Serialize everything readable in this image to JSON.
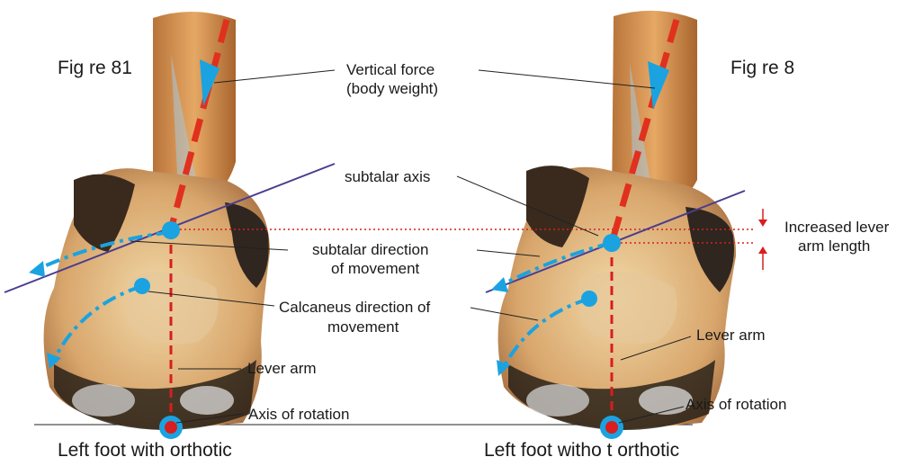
{
  "colors": {
    "force_arrow": "#e0301e",
    "movement_arrow": "#1aa3e0",
    "axis_line": "#4a3d8f",
    "lever_marker": "#d81e1e",
    "ground_line": "#222222"
  },
  "figures": {
    "left": {
      "number": "Fig re 81",
      "caption": "Left foot with orthotic"
    },
    "right": {
      "number": "Fig re 8",
      "caption": "Left foot witho t orthotic"
    }
  },
  "labels": {
    "vertical_force": "Vertical force",
    "body_weight": "(body weight)",
    "subtalar_axis": "subtalar axis",
    "subtalar_direction_1": "subtalar direction",
    "subtalar_direction_2": "of movement",
    "calcaneus_direction_1": "Calcaneus direction of",
    "calcaneus_direction_2": "movement",
    "lever_arm_left": "Lever arm",
    "lever_arm_right": "Lever arm",
    "axis_rotation_left": "Axis of rotation",
    "axis_rotation_right": "Axis of rotation",
    "increased_1": "Increased lever",
    "increased_2": "arm length"
  }
}
